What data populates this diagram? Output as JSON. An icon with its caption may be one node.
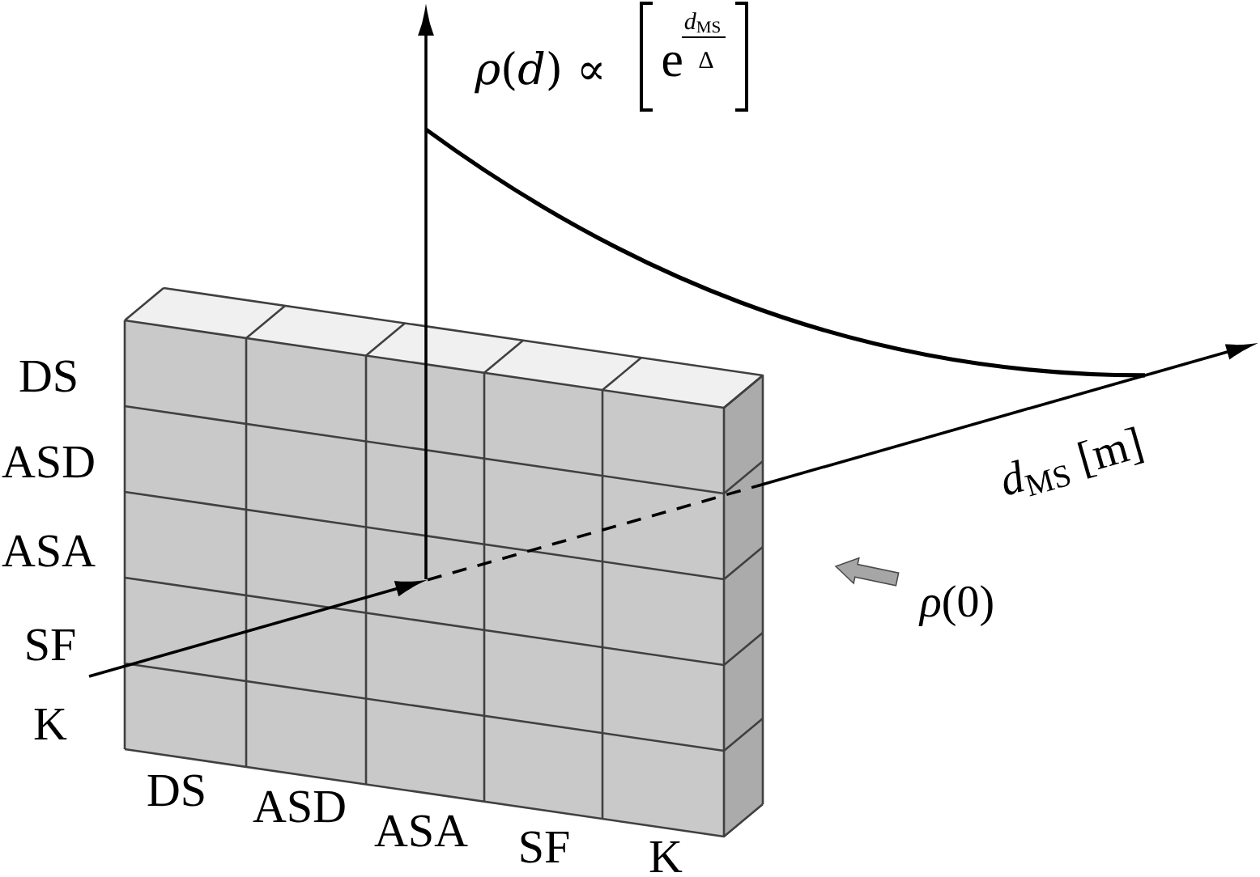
{
  "diagram": {
    "labels": [
      "*ρ*(*d*) ∝",
      "e",
      "*d*$_{MS}$",
      "Δ",
      "DS",
      "ASD",
      "*d*$_{MS}$ [m]",
      "ASA",
      "*ρ*(0)",
      "SF",
      "K",
      "DS",
      "ASD",
      "ASA",
      "SF",
      "K"
    ]
  }
}
